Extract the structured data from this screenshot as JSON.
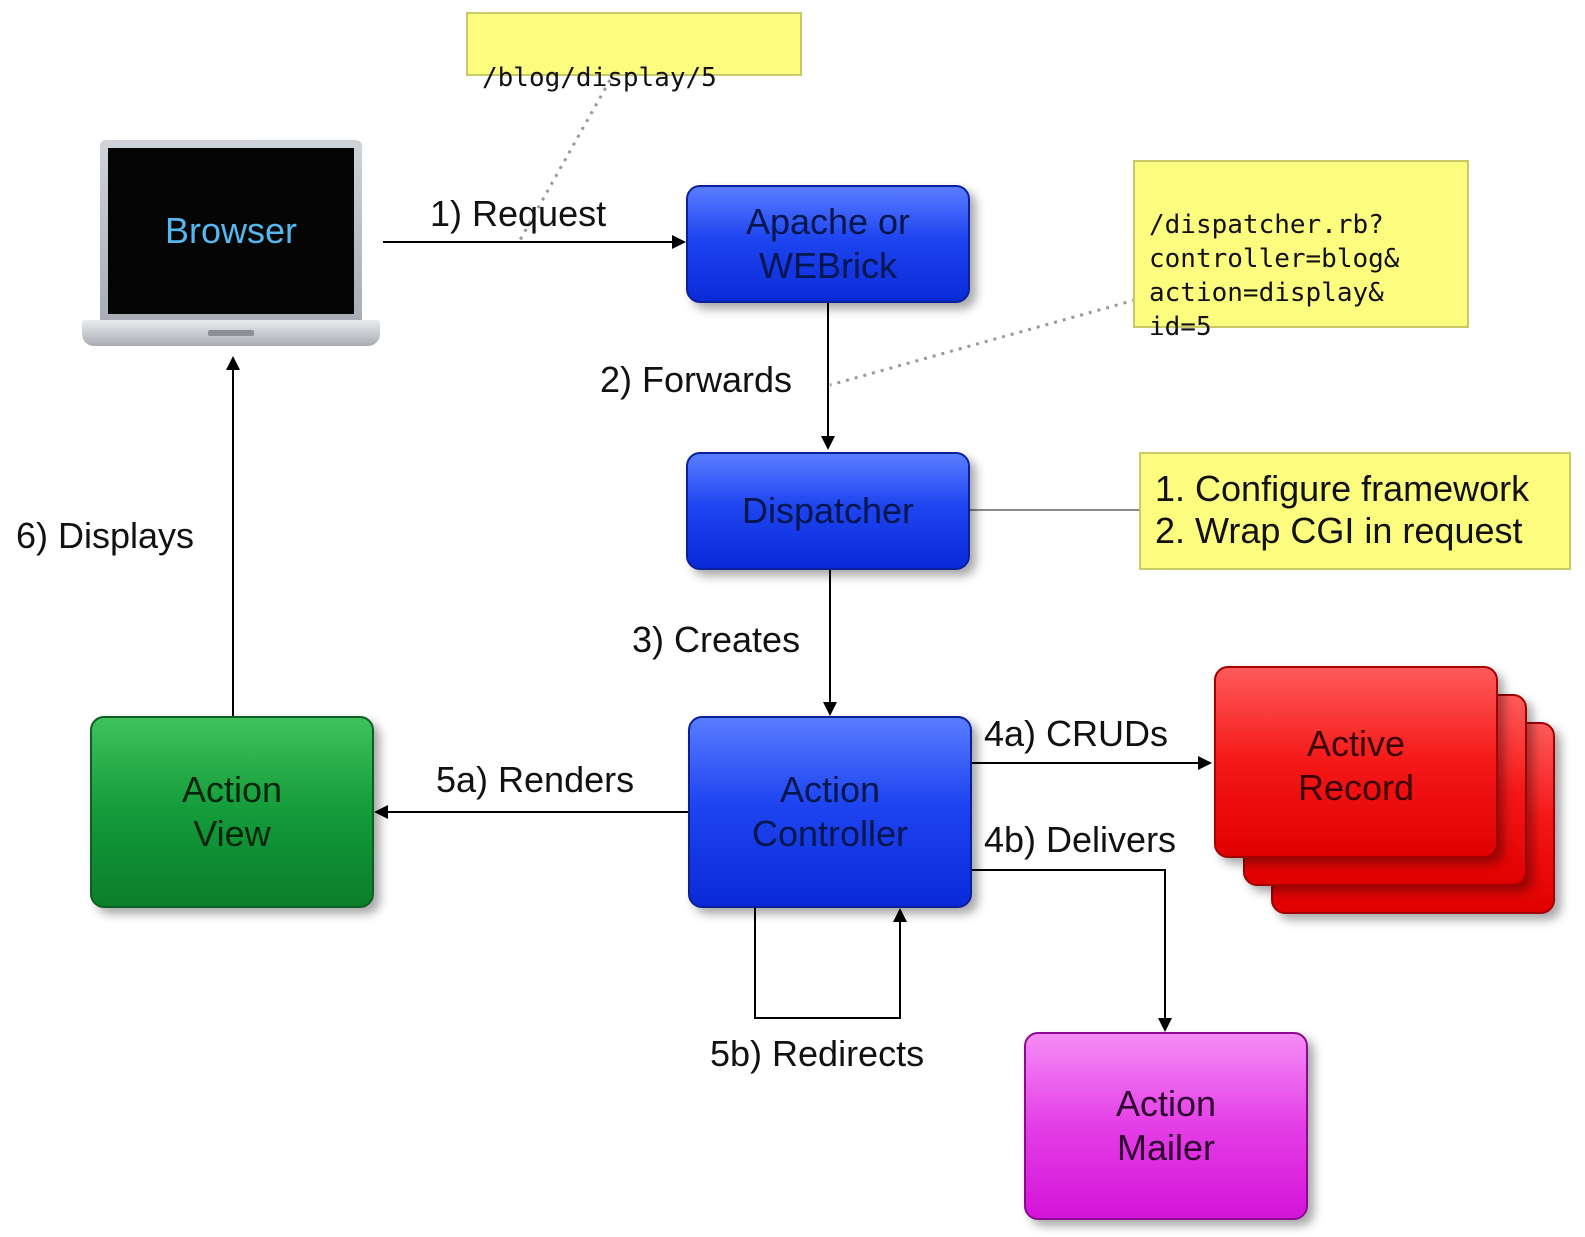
{
  "nodes": {
    "browser": "Browser",
    "apache": "Apache or\nWEBrick",
    "dispatcher": "Dispatcher",
    "action_controller": "Action\nController",
    "action_view": "Action\nView",
    "active_record": "Active\nRecord",
    "action_mailer": "Action\nMailer"
  },
  "notes": {
    "url": "/blog/display/5",
    "dispatcher_url": "/dispatcher.rb?\ncontroller=blog&\naction=display&\nid=5",
    "dispatcher_steps": [
      "1. Configure framework",
      "2. Wrap CGI in request"
    ]
  },
  "edges": {
    "request": "1) Request",
    "forwards": "2) Forwards",
    "creates": "3) Creates",
    "cruds": "4a) CRUDs",
    "delivers": "4b) Delivers",
    "renders": "5a) Renders",
    "redirects": "5b) Redirects",
    "displays": "6) Displays"
  },
  "colors": {
    "controller_blue": "#1e45f0",
    "view_green": "#139b3a",
    "record_red": "#f51818",
    "mailer_magenta": "#e43ee6",
    "note_yellow": "#fcfc7e",
    "browser_text": "#56b7ef"
  }
}
